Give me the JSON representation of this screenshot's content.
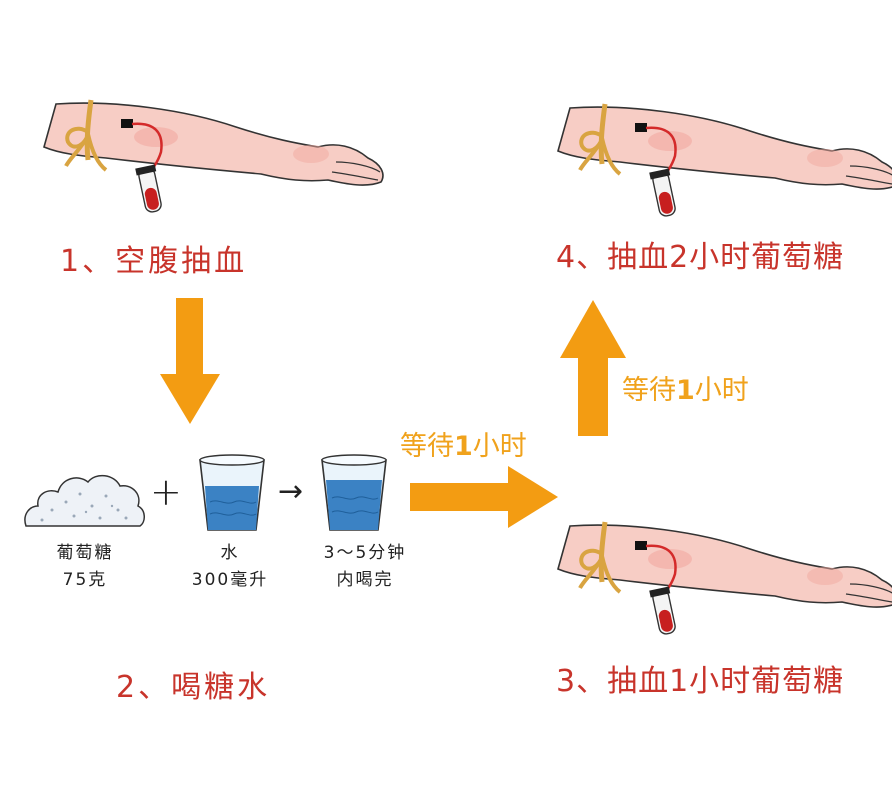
{
  "steps": {
    "s1": "1、空腹抽血",
    "s2": "2、喝糖水",
    "s3": "3、抽血1小时葡萄糖",
    "s4": "4、抽血2小时葡萄糖"
  },
  "wait": {
    "prefix": "等待",
    "number": "1",
    "suffix": "小时"
  },
  "items": {
    "glucose": {
      "line1": "葡萄糖",
      "line2": "75克"
    },
    "water": {
      "line1": "水",
      "line2": "300毫升"
    },
    "drink": {
      "line1": "3～5分钟",
      "line2": "内喝完"
    }
  },
  "symbols": {
    "plus": "+",
    "arrow": "→"
  },
  "colors": {
    "step_text": "#c8342b",
    "wait_text": "#f0a21c",
    "arrow": "#f39c12",
    "skin": "#f5c3bb",
    "blood": "#d42a2a",
    "water": "#3b82c4",
    "rope": "#d9a441"
  }
}
